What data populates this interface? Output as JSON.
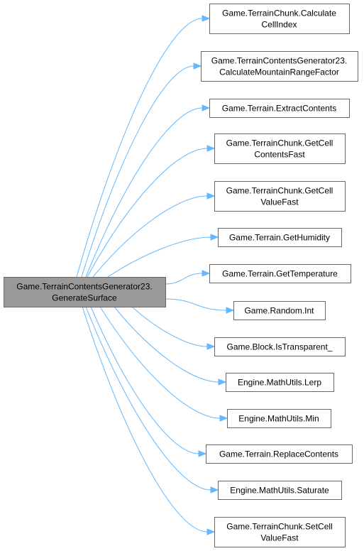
{
  "root": {
    "lines": [
      "Game.TerrainContentsGenerator23.",
      "GenerateSurface"
    ]
  },
  "callees": [
    {
      "lines": [
        "Game.TerrainChunk.Calculate",
        "CellIndex"
      ]
    },
    {
      "lines": [
        "Game.TerrainContentsGenerator23.",
        "CalculateMountainRangeFactor"
      ]
    },
    {
      "lines": [
        "Game.Terrain.ExtractContents"
      ]
    },
    {
      "lines": [
        "Game.TerrainChunk.GetCell",
        "ContentsFast"
      ]
    },
    {
      "lines": [
        "Game.TerrainChunk.GetCell",
        "ValueFast"
      ]
    },
    {
      "lines": [
        "Game.Terrain.GetHumidity"
      ]
    },
    {
      "lines": [
        "Game.Terrain.GetTemperature"
      ]
    },
    {
      "lines": [
        "Game.Random.Int"
      ]
    },
    {
      "lines": [
        "Game.Block.IsTransparent_"
      ]
    },
    {
      "lines": [
        "Engine.MathUtils.Lerp"
      ]
    },
    {
      "lines": [
        "Engine.MathUtils.Min"
      ]
    },
    {
      "lines": [
        "Game.Terrain.ReplaceContents"
      ]
    },
    {
      "lines": [
        "Engine.MathUtils.Saturate"
      ]
    },
    {
      "lines": [
        "Game.TerrainChunk.SetCell",
        "ValueFast"
      ]
    }
  ],
  "colors": {
    "edge": "#63b8ff",
    "root_fill": "#999999",
    "node_border": "#666666"
  }
}
